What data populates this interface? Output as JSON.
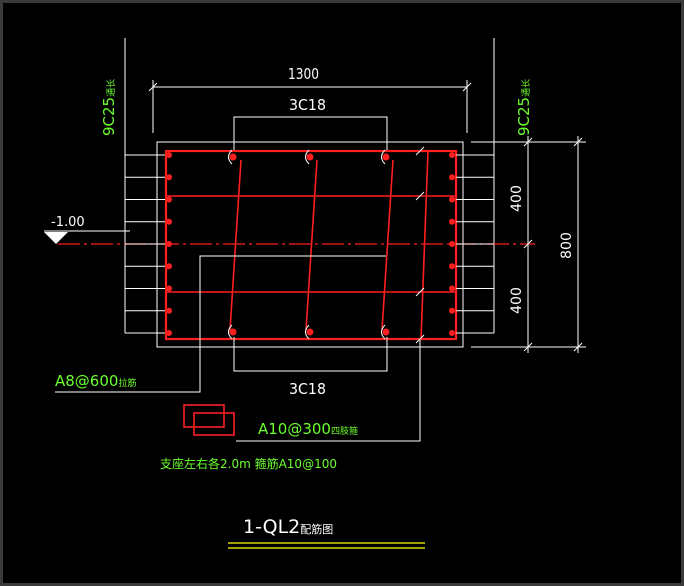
{
  "drawing": {
    "title": "1-QL2",
    "title_suffix": "配筋图"
  },
  "dimensions": {
    "width": "1300",
    "upper_height": "400",
    "lower_height": "400",
    "total_height": "800"
  },
  "elevation": {
    "label": "-1.00"
  },
  "rebar": {
    "top": "3C18",
    "bottom": "3C18",
    "side_left": {
      "spec": "9C25",
      "note": "通长"
    },
    "side_right": {
      "spec": "9C25",
      "note": "通长"
    },
    "ties": {
      "spec": "A8@600",
      "note": "拉筋"
    },
    "stirrups": {
      "spec": "A10@300",
      "note": "四肢箍"
    },
    "support_note": "支座左右各2.0m 箍筋A10@100"
  },
  "icons": {
    "elevation_marker": "level-triangle-icon",
    "stirrup_symbol": "stirrup-icon"
  },
  "colors": {
    "background": "#000000",
    "line": "#ffffff",
    "rebar": "#ff1f1f",
    "annotation": "#6cff2e",
    "underline": "#ffff00",
    "frame": "#3a3a3a"
  }
}
